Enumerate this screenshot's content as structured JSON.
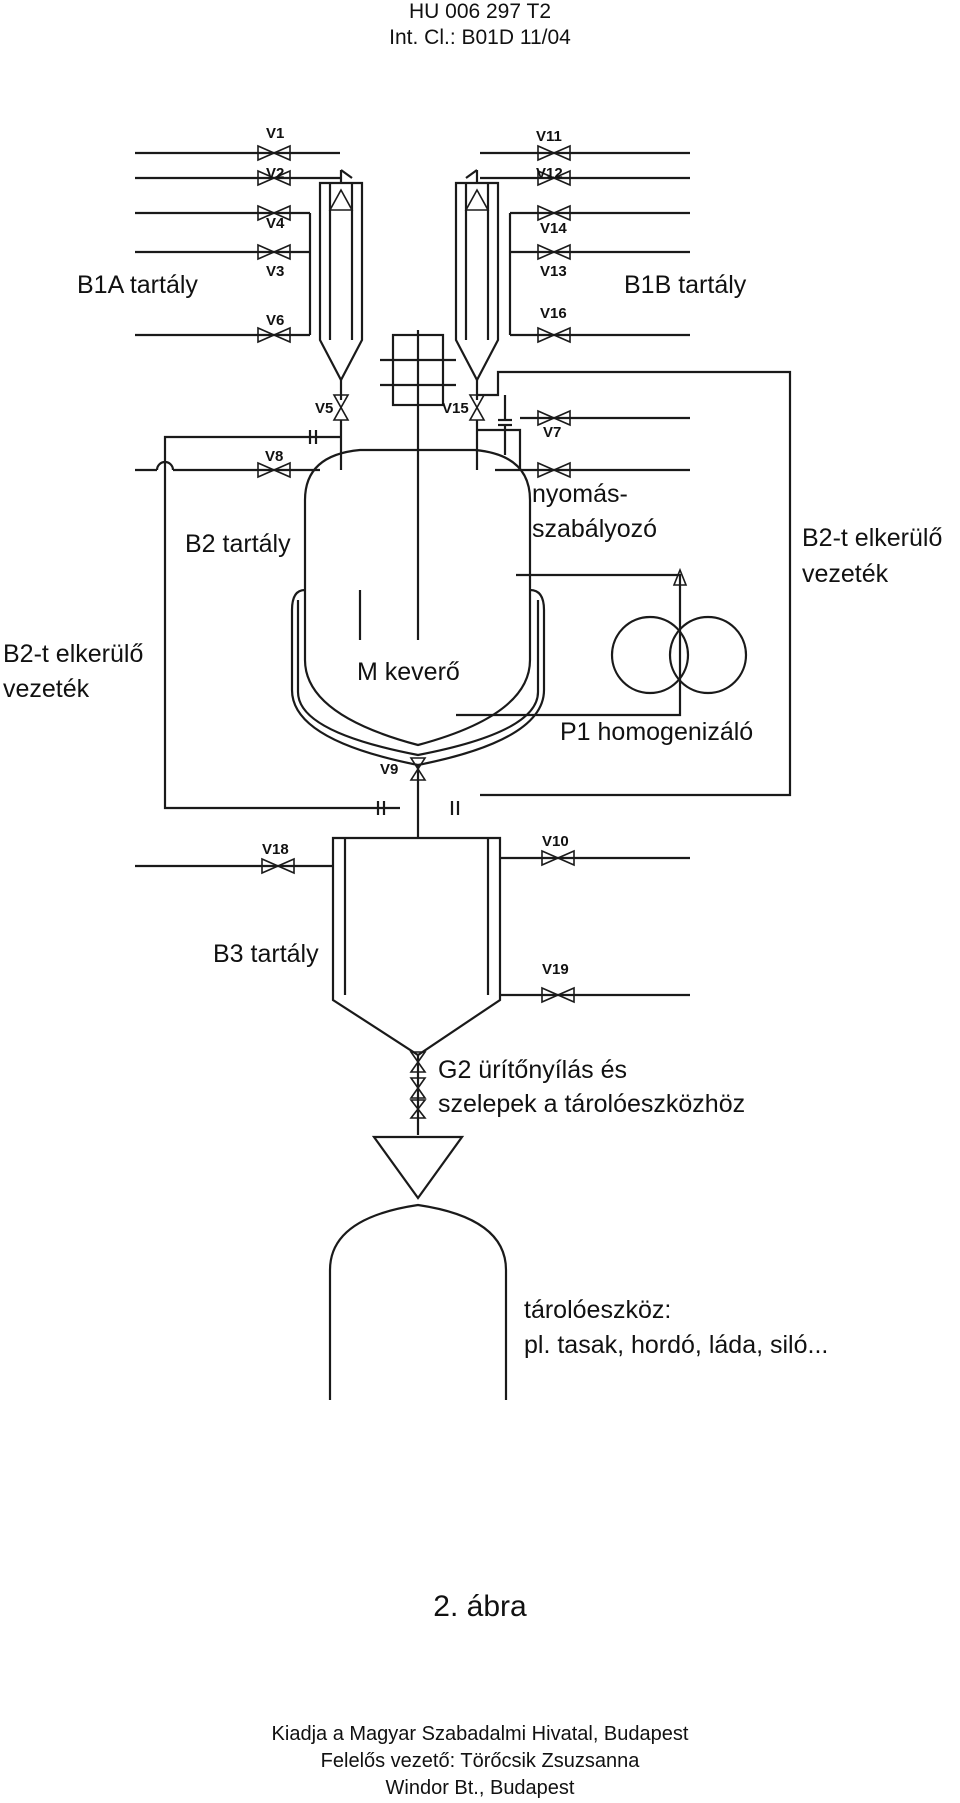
{
  "header": {
    "doc_number": "HU 006 297 T2",
    "int_cl": "Int. Cl.: B01D 11/04"
  },
  "diagram": {
    "valves": {
      "v1": "V1",
      "v2": "V2",
      "v4": "V4",
      "v3": "V3",
      "v6": "V6",
      "v11": "V11",
      "v12": "V12",
      "v14": "V14",
      "v13": "V13",
      "v16": "V16",
      "v5": "V5",
      "v15": "V15",
      "v7": "V7",
      "v8": "V8",
      "v9": "V9",
      "v18": "V18",
      "v10": "V10",
      "v19": "V19"
    },
    "labels": {
      "b1a": "B1A tartály",
      "b1b": "B1B tartály",
      "b2": "B2 tartály",
      "pressure_1": "nyomás-",
      "pressure_2": "szabályozó",
      "bypass_right_1": "B2-t elkerülő",
      "bypass_right_2": "vezeték",
      "bypass_left_1": "B2-t elkerülő",
      "bypass_left_2": "vezeték",
      "mixer": "M keverő",
      "homogenizer": "P1 homogenizáló",
      "b3": "B3 tartály",
      "g2_1": "G2 ürítőnyílás és",
      "g2_2": "szelepek a tárolóeszközhöz",
      "storage_1": "tárolóeszköz:",
      "storage_2": "pl. tasak, hordó, láda, siló..."
    }
  },
  "caption": "2. ábra",
  "footer": {
    "line1": "Kiadja a Magyar Szabadalmi Hivatal, Budapest",
    "line2": "Felelős vezető: Törőcsik Zsuzsanna",
    "line3": "Windor Bt., Budapest"
  }
}
